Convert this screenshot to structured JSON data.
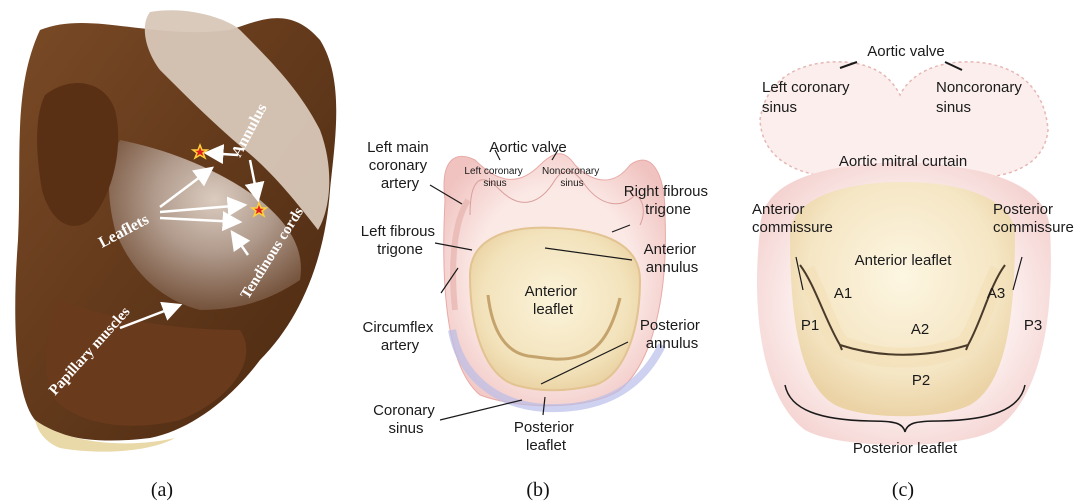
{
  "panel_a": {
    "caption": "(a)",
    "labels": {
      "annulus": "Annulus",
      "leaflets": "Leaflets",
      "tendinous_cords": "Tendinous cords",
      "papillary_muscles": "Papillary muscles"
    }
  },
  "panel_b": {
    "caption": "(b)",
    "labels": {
      "left_main_coronary_artery": [
        "Left main",
        "coronary",
        "artery"
      ],
      "aortic_valve": "Aortic valve",
      "left_coronary_sinus": [
        "Left coronary",
        "sinus"
      ],
      "noncoronary_sinus": [
        "Noncoronary",
        "sinus"
      ],
      "right_fibrous_trigone": [
        "Right fibrous",
        "trigone"
      ],
      "left_fibrous_trigone": [
        "Left fibrous",
        "trigone"
      ],
      "anterior_annulus": [
        "Anterior",
        "annulus"
      ],
      "anterior_leaflet": [
        "Anterior",
        "leaflet"
      ],
      "circumflex_artery": [
        "Circumflex",
        "artery"
      ],
      "posterior_annulus": [
        "Posterior",
        "annulus"
      ],
      "coronary_sinus": [
        "Coronary",
        "sinus"
      ],
      "posterior_leaflet": [
        "Posterior",
        "leaflet"
      ]
    }
  },
  "panel_c": {
    "caption": "(c)",
    "labels": {
      "aortic_valve": "Aortic valve",
      "left_coronary_sinus": [
        "Left coronary",
        "sinus"
      ],
      "noncoronary_sinus": [
        "Noncoronary",
        "sinus"
      ],
      "aortic_mitral_curtain": "Aortic mitral curtain",
      "anterior_commissure": [
        "Anterior",
        "commissure"
      ],
      "posterior_commissure": [
        "Posterior",
        "commissure"
      ],
      "anterior_leaflet": "Anterior leaflet",
      "a1": "A1",
      "a2": "A2",
      "a3": "A3",
      "p1": "P1",
      "p2": "P2",
      "p3": "P3",
      "posterior_leaflet": "Posterior leaflet"
    }
  }
}
